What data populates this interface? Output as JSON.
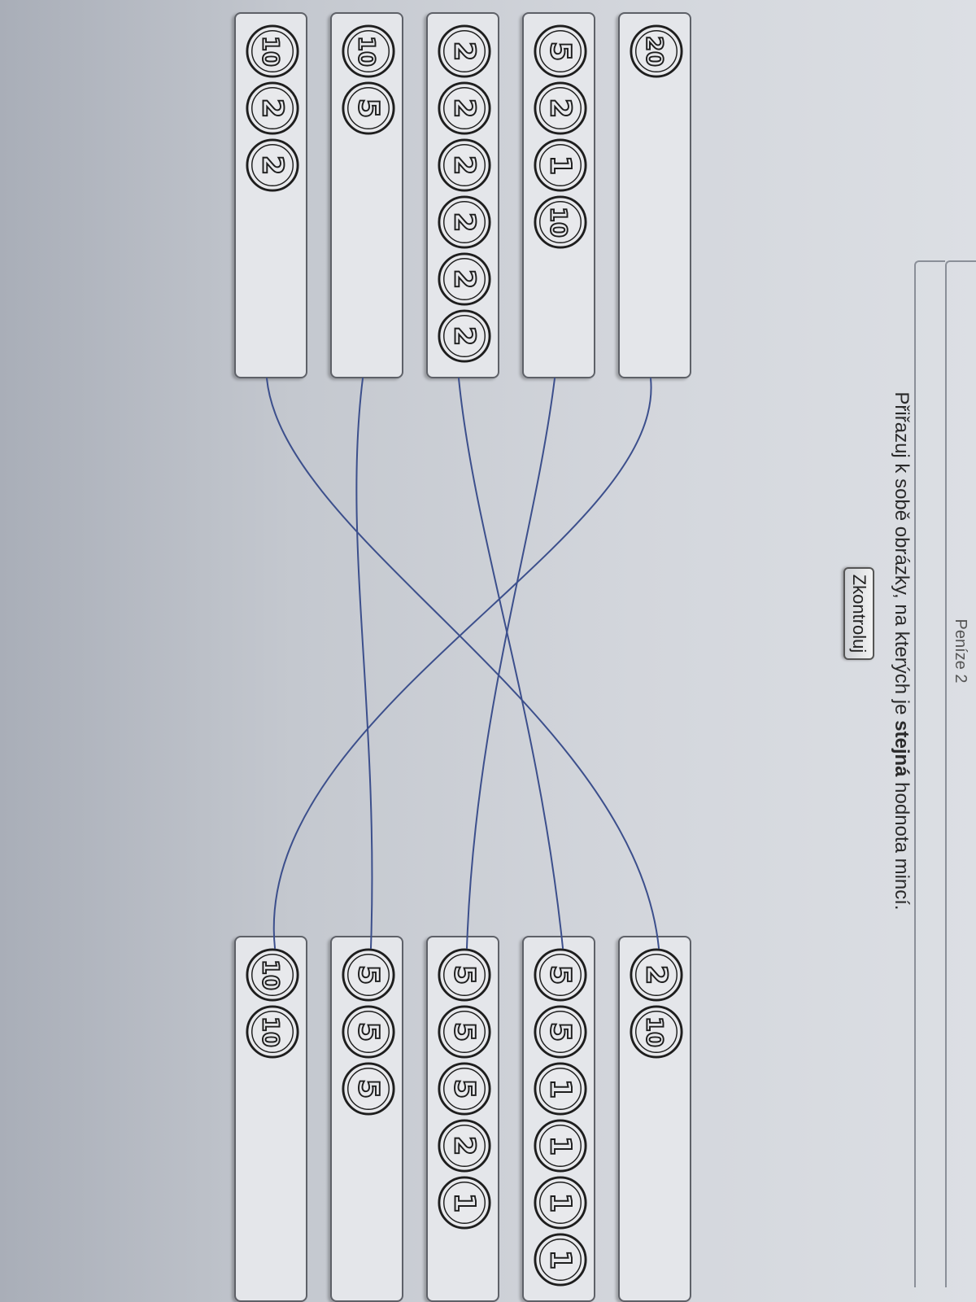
{
  "header": {
    "title": "Peníze 2"
  },
  "instruction": {
    "before": "Přiřazuj k sobě obrázky, na kterých je ",
    "bold": "stejná",
    "after": " hodnota mincí."
  },
  "check_button": {
    "label": "Zkontroluj"
  },
  "left_cards": [
    {
      "coins": [
        "20"
      ]
    },
    {
      "coins": [
        "5",
        "2",
        "1",
        "10"
      ]
    },
    {
      "coins": [
        "2",
        "2",
        "2",
        "2",
        "2",
        "2"
      ]
    },
    {
      "coins": [
        "10",
        "5"
      ]
    },
    {
      "coins": [
        "10",
        "2",
        "2"
      ]
    }
  ],
  "right_cards": [
    {
      "coins": [
        "2",
        "10"
      ]
    },
    {
      "coins": [
        "5",
        "5",
        "1",
        "1",
        "1",
        "1"
      ]
    },
    {
      "coins": [
        "5",
        "5",
        "5",
        "2",
        "1"
      ]
    },
    {
      "coins": [
        "5",
        "5",
        "5"
      ]
    },
    {
      "coins": [
        "10",
        "10"
      ]
    }
  ],
  "connections": [
    {
      "from": 1,
      "to": 5
    },
    {
      "from": 2,
      "to": 3
    },
    {
      "from": 3,
      "to": 2
    },
    {
      "from": 4,
      "to": 4
    },
    {
      "from": 5,
      "to": 1
    }
  ],
  "colors": {
    "pen": "#3c4f8c",
    "coin_stroke": "#1e1e1e",
    "coin_fill": "#e8e9ec"
  }
}
